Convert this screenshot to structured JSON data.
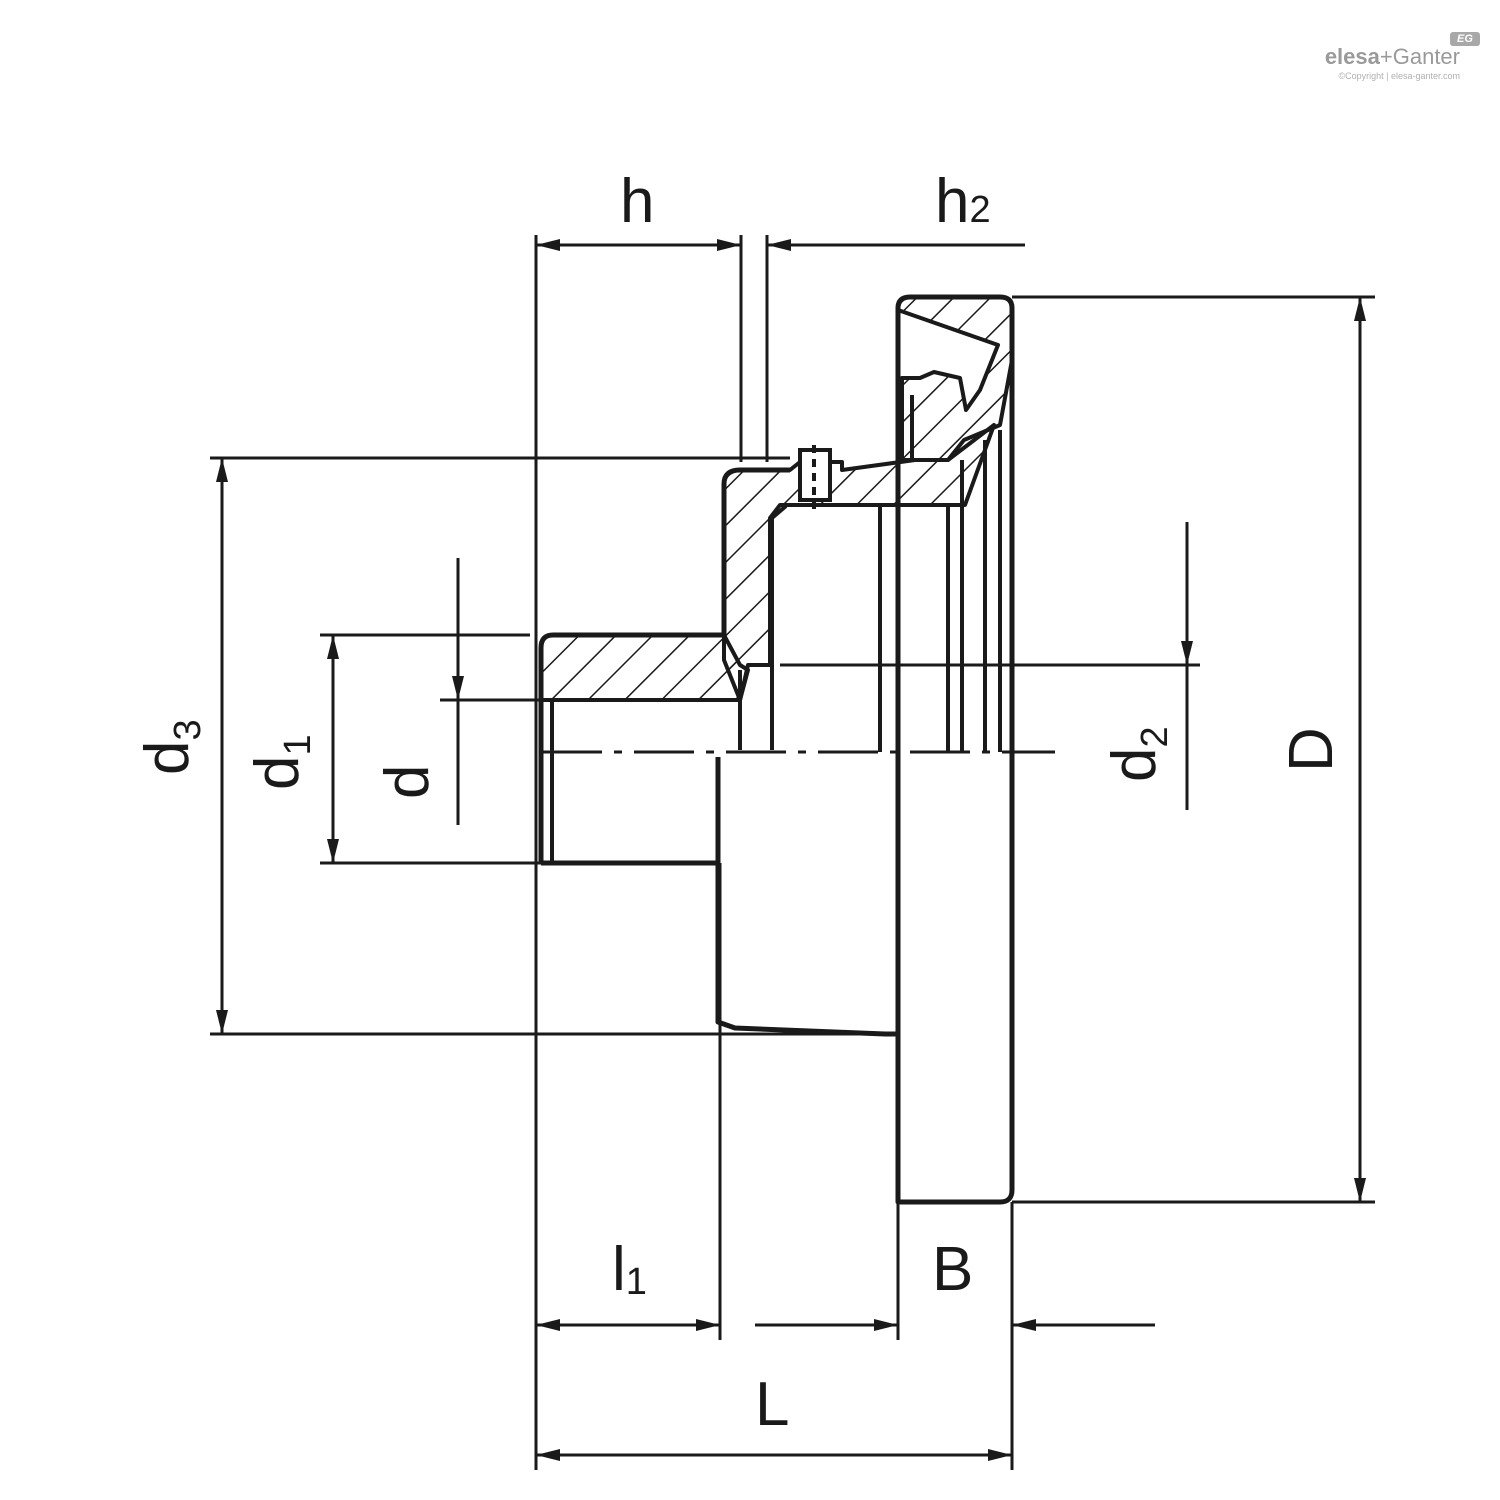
{
  "logo": {
    "brand": "elesa",
    "separator": "+",
    "partner": "Ganter",
    "badge": "EG",
    "copyright": "©Copyright | elesa-ganter.com"
  },
  "dimensions": {
    "h": "h",
    "h2_main": "h",
    "h2_sub": "2",
    "d3_main": "d",
    "d3_sub": "3",
    "d1_main": "d",
    "d1_sub": "1",
    "d": "d",
    "d2_main": "d",
    "d2_sub": "2",
    "D": "D",
    "l1_main": "l",
    "l1_sub": "1",
    "B": "B",
    "L": "L"
  }
}
